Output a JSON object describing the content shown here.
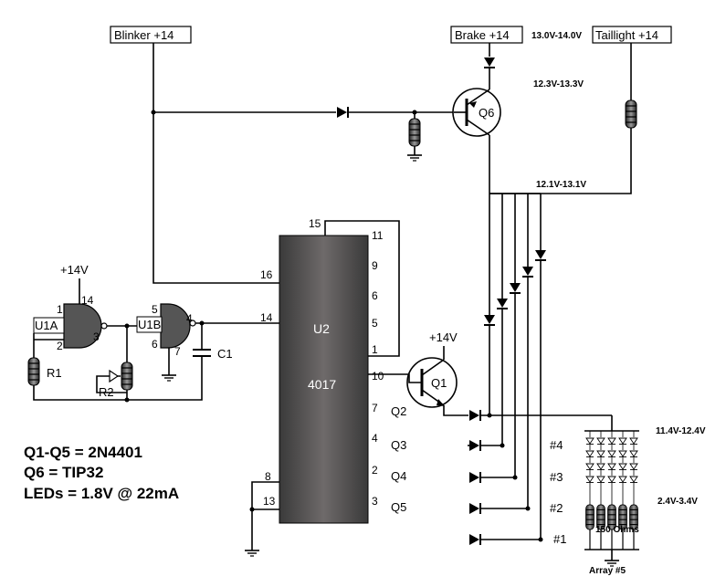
{
  "supplies": {
    "blinker": "Blinker +14",
    "brake": "Brake +14",
    "taillight": "Taillight +14",
    "vcc1": "+14V",
    "vcc2": "+14V"
  },
  "voltages": {
    "v_brake": "13.0V-14.0V",
    "v_q6": "12.3V-13.3V",
    "v_bus": "12.1V-13.1V",
    "v_array": "11.4V-12.4V",
    "v_res": "2.4V-3.4V"
  },
  "parts": {
    "u1a": "U1A",
    "u1b": "U1B",
    "r1": "R1",
    "r2": "R2",
    "c1": "C1",
    "u2": "U2",
    "u2_num": "4017",
    "q1": "Q1",
    "q6": "Q6",
    "res_value": "150 Ohms",
    "array": "Array #5"
  },
  "pins": {
    "u1a_1": "1",
    "u1a_14": "14",
    "u1a_2": "2",
    "u1a_3": "3",
    "u1b_5": "5",
    "u1b_6": "6",
    "u1b_4": "4",
    "u1b_7": "7",
    "u2_15": "15",
    "u2_16": "16",
    "u2_14": "14",
    "u2_8": "8",
    "u2_13": "13",
    "u2_11": "11",
    "u2_9": "9",
    "u2_6": "6",
    "u2_5": "5",
    "u2_1": "1",
    "u2_10": "10",
    "u2_7": "7",
    "u2_4": "4",
    "u2_2": "2",
    "u2_3": "3"
  },
  "outputs": {
    "q2": "Q2",
    "q3": "Q3",
    "q4": "Q4",
    "q5": "Q5",
    "n4": "#4",
    "n3": "#3",
    "n2": "#2",
    "n1": "#1"
  },
  "notes": {
    "line1": "Q1-Q5 = 2N4401",
    "line2": "Q6 = TIP32",
    "line3": "LEDs = 1.8V @ 22mA"
  }
}
